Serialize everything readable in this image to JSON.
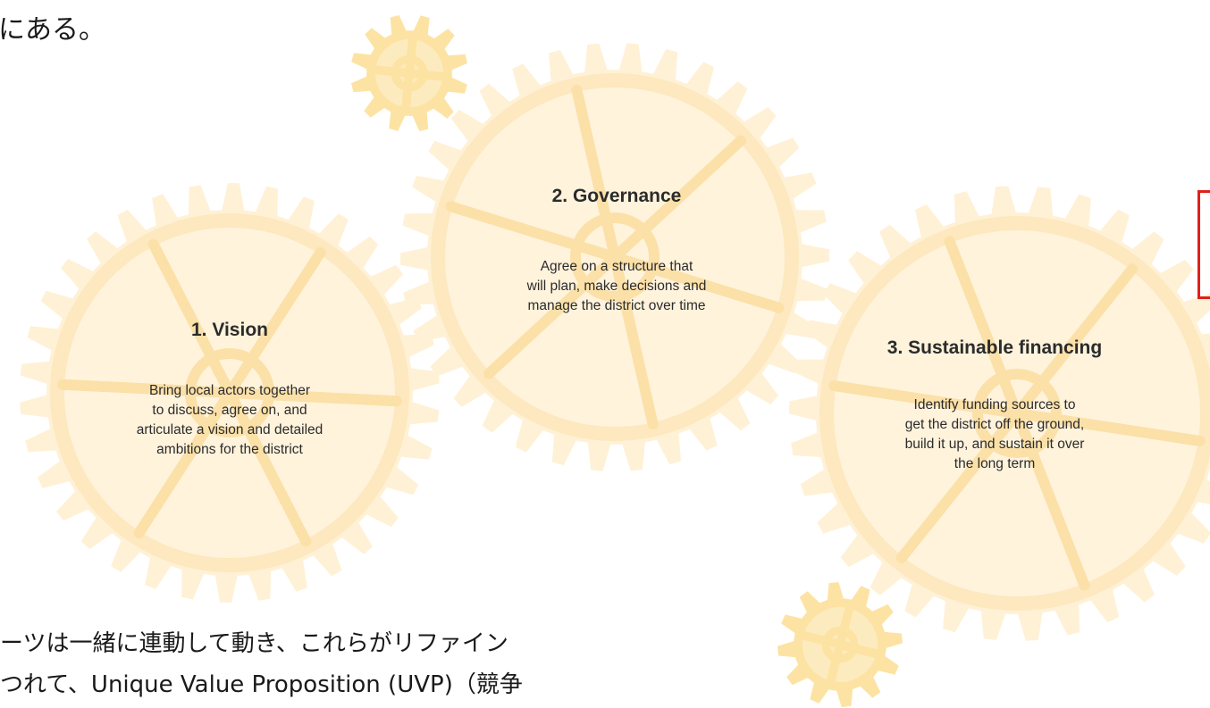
{
  "text": {
    "top_fragment": "にある。",
    "bottom_line_1": "ーツは一緒に連動して動き、これらがリファイン",
    "bottom_line_2": "つれて、Unique Value Proposition (UVP)（競争"
  },
  "gears": [
    {
      "title": "1. Vision",
      "description": "Bring local actors together\nto discuss, agree on, and\narticulate a vision and detailed\nambitions for the district"
    },
    {
      "title": "2. Governance",
      "description": "Agree on a structure that\nwill plan, make decisions and\nmanage the district over time"
    },
    {
      "title": "3. Sustainable financing",
      "description": "Identify funding sources to\nget the district off the ground,\nbuild it up, and sustain it over\nthe long term"
    }
  ],
  "colors": {
    "gear_large": "#fff1d6",
    "gear_large_inner": "#fde8bf",
    "gear_spoke": "#fbe0a8",
    "gear_small": "#fde3a3",
    "frame": "#e0201a"
  }
}
